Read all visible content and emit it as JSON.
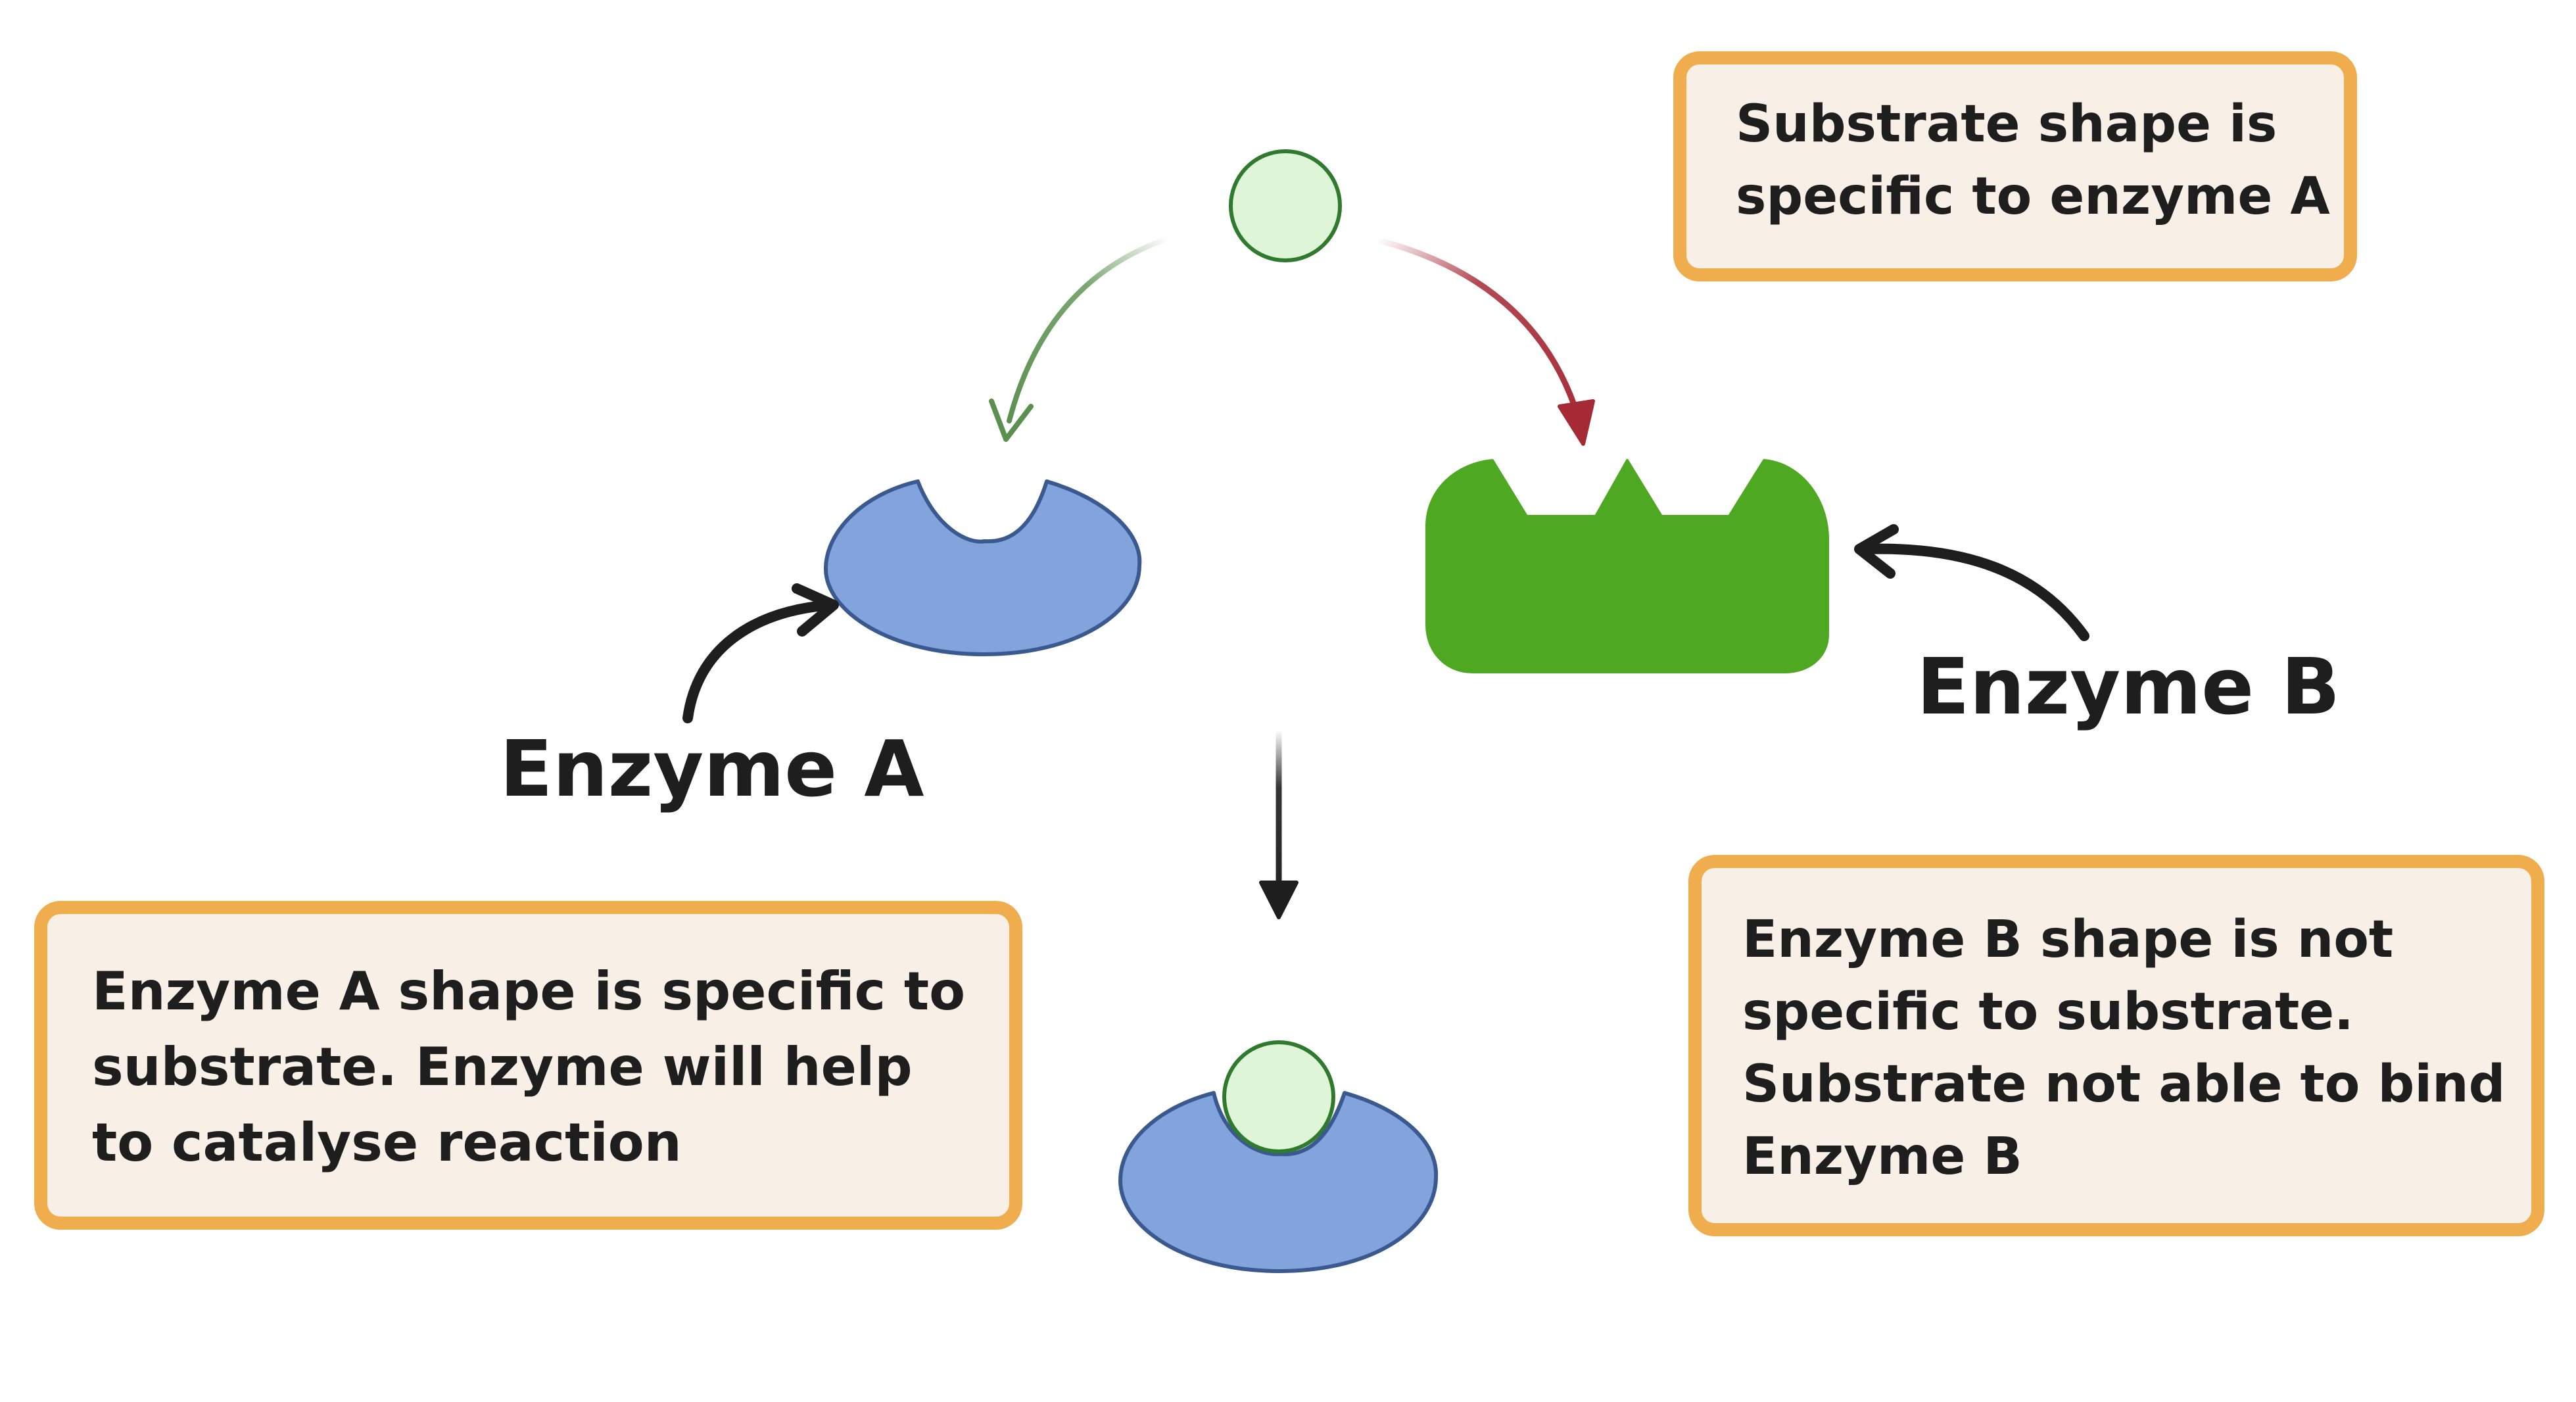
{
  "labels": {
    "enzyme_a": "Enzyme A",
    "enzyme_b": "Enzyme B"
  },
  "notes": {
    "substrate_note": [
      "Substrate shape is",
      "specific to enzyme A"
    ],
    "enzyme_a_note": [
      "Enzyme A shape is specific to",
      "substrate. Enzyme will help",
      "to catalyse reaction"
    ],
    "enzyme_b_note": [
      "Enzyme B shape is not",
      "specific to substrate.",
      "Substrate not able to bind",
      "Enzyme B"
    ]
  },
  "colors": {
    "note_border": "#f0ad4e",
    "note_fill": "#f8f0e6",
    "substrate_fill": "#dff5d8",
    "substrate_stroke": "#2f7a2f",
    "enzyme_a_fill": "#83a3dd",
    "enzyme_a_stroke": "#3a5a8f",
    "enzyme_b_fill": "#4ea822",
    "arrow_bind": "#5a8f4e",
    "arrow_no_bind": "#a52a35",
    "arrow_dark": "#1e1e1e"
  }
}
